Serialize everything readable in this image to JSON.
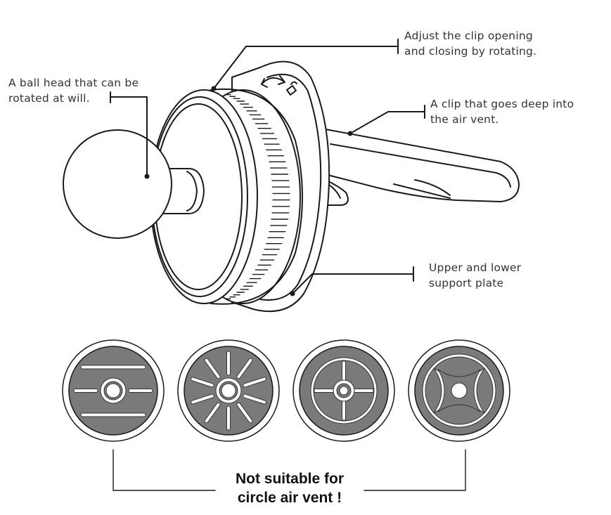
{
  "callouts": {
    "clip_adjust": "Adjust the clip opening\nand closing by rotating.",
    "ball_head": "A ball head that can be\nrotated at will.",
    "deep_clip": "A clip that goes deep into\nthe air vent.",
    "support_plate": "Upper and lower\nsupport plate"
  },
  "warning": {
    "text": "Not suitable for\ncircle air vent !"
  },
  "vents": [
    {
      "name": "horizontal-bar-vent"
    },
    {
      "name": "radial-spoke-vent"
    },
    {
      "name": "cross-ring-vent"
    },
    {
      "name": "butterfly-vent"
    }
  ],
  "colors": {
    "line": "#1a1a1a",
    "vent_fill": "#7a7a7a",
    "vent_ring": "#ffffff"
  }
}
